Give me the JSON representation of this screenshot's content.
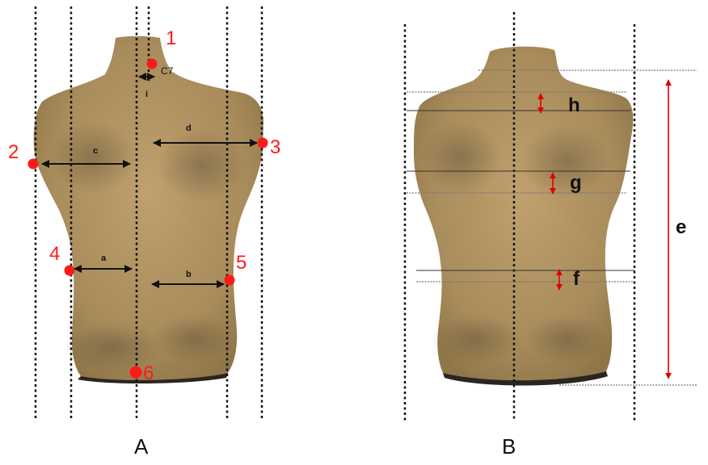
{
  "panels": {
    "a": {
      "caption": "A"
    },
    "b": {
      "caption": "B"
    }
  },
  "landmarks": [
    {
      "number": "1"
    },
    {
      "number": "2"
    },
    {
      "number": "3"
    },
    {
      "number": "4"
    },
    {
      "number": "5"
    },
    {
      "number": "6"
    }
  ],
  "landmark_note": "C7",
  "distances_a": {
    "i": "i",
    "c": "c",
    "d": "d",
    "a": "a",
    "b": "b"
  },
  "distances_b": {
    "h": "h",
    "g": "g",
    "f": "f",
    "e": "e"
  },
  "colors": {
    "landmark": "#ff1a1a",
    "skin": "#b89a6a",
    "red_arrow": "#e00000"
  }
}
